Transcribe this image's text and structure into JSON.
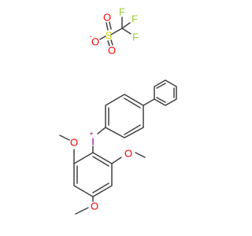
{
  "molecule": {
    "description_free": true,
    "atoms": {
      "F1": {
        "symbol": "F",
        "color": "#9ACD32"
      },
      "F2": {
        "symbol": "F",
        "color": "#9ACD32"
      },
      "F3": {
        "symbol": "F",
        "color": "#9ACD32"
      },
      "S": {
        "symbol": "S",
        "color": "#CCCC00"
      },
      "O_anion": {
        "symbol": "O",
        "charge": "-",
        "color": "#FF0000"
      },
      "O_s1": {
        "symbol": "O",
        "color": "#FF0000"
      },
      "O_s2": {
        "symbol": "O",
        "color": "#FF0000"
      },
      "I": {
        "symbol": "I",
        "charge": "+",
        "color": "#940094"
      },
      "O_m1": {
        "symbol": "O",
        "color": "#FF0000"
      },
      "O_m2": {
        "symbol": "O",
        "color": "#FF0000"
      },
      "O_m3": {
        "symbol": "O",
        "color": "#FF0000"
      }
    },
    "bond_color": "#404040"
  }
}
